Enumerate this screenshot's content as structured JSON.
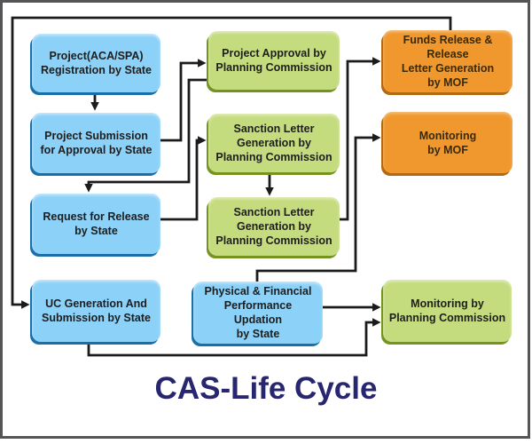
{
  "title": {
    "text": "CAS-Life Cycle"
  },
  "colors": {
    "blue_fill": "#8BD1F8",
    "blue_shadow": "#1A6FA9",
    "green_fill": "#C4DC7E",
    "green_shadow": "#75941F",
    "orange_fill": "#F0982D",
    "orange_shadow": "#B2690F",
    "line": "#1B1B1B",
    "frame": "#555558",
    "title_color": "#28266E",
    "box_text": "#1E1E1E",
    "orange_text": "#3B2A07"
  },
  "boxes": [
    {
      "id": "project-registration",
      "color": "blue",
      "label": "Project(ACA/SPA)\nRegistration by State"
    },
    {
      "id": "project-submission",
      "color": "blue",
      "label": "Project Submission\nfor Approval by State"
    },
    {
      "id": "request-for-release",
      "color": "blue",
      "label": "Request for Release\nby State"
    },
    {
      "id": "uc-generation",
      "color": "blue",
      "label": "UC Generation And\nSubmission by State"
    },
    {
      "id": "project-approval",
      "color": "green",
      "label": "Project Approval by\nPlanning Commission"
    },
    {
      "id": "sanction-letter-generation-1",
      "color": "green",
      "label": "Sanction Letter\nGeneration by\nPlanning Commission"
    },
    {
      "id": "sanction-letter-generation-2",
      "color": "green",
      "label": "Sanction Letter\nGeneration by\nPlanning Commission"
    },
    {
      "id": "physical-financial-updation",
      "color": "blue",
      "label": "Physical & Financial\nPerformance Updation\nby State"
    },
    {
      "id": "funds-release",
      "color": "orange",
      "label": "Funds Release & Release\nLetter Generation\nby MOF"
    },
    {
      "id": "monitoring-mof",
      "color": "orange",
      "label": "Monitoring\nby MOF"
    },
    {
      "id": "monitoring-planning-commission",
      "color": "green",
      "label": "Monitoring by\nPlanning Commission"
    }
  ],
  "connections": [
    {
      "from": "project-registration",
      "to": "project-submission"
    },
    {
      "from": "project-submission",
      "to": "project-approval"
    },
    {
      "from": "project-approval",
      "to": "request-for-release"
    },
    {
      "from": "request-for-release",
      "to": "sanction-letter-generation-1"
    },
    {
      "from": "sanction-letter-generation-1",
      "to": "sanction-letter-generation-2"
    },
    {
      "from": "sanction-letter-generation-2",
      "to": "funds-release"
    },
    {
      "from": "funds-release",
      "to": "uc-generation"
    },
    {
      "from": "physical-financial-updation",
      "to": "monitoring-mof"
    },
    {
      "from": "uc-generation",
      "to": "monitoring-planning-commission"
    },
    {
      "from": "physical-financial-updation",
      "to": "monitoring-planning-commission"
    }
  ]
}
